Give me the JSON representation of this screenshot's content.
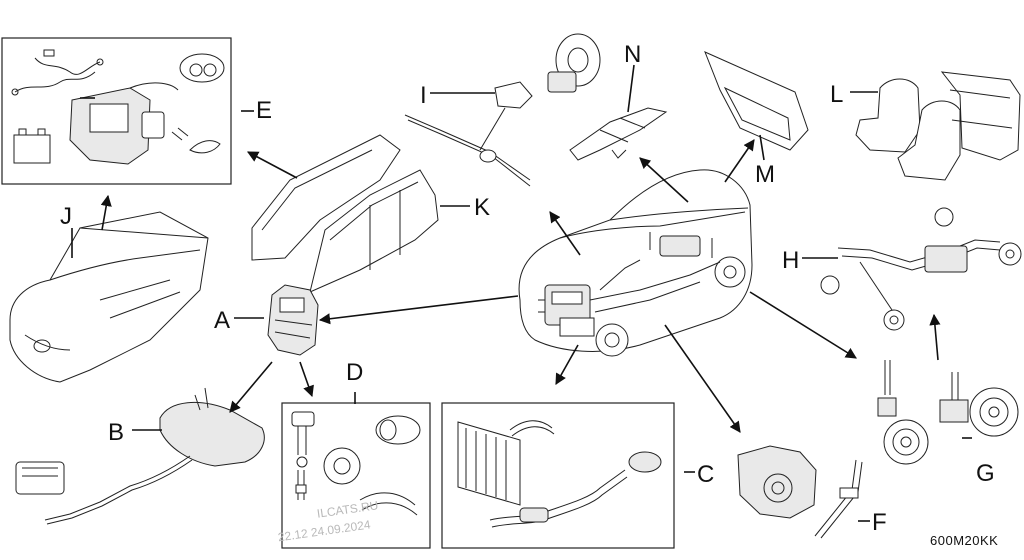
{
  "callouts": {
    "A": "A",
    "B": "B",
    "C": "C",
    "D": "D",
    "E": "E",
    "F": "F",
    "G": "G",
    "H": "H",
    "I": "I",
    "J": "J",
    "K": "K",
    "L": "L",
    "M": "M",
    "N": "N"
  },
  "diagram_code": "600M20KK",
  "watermark": {
    "line1": "ILCATS.RU",
    "line2": "22.12 24.09.2024"
  }
}
